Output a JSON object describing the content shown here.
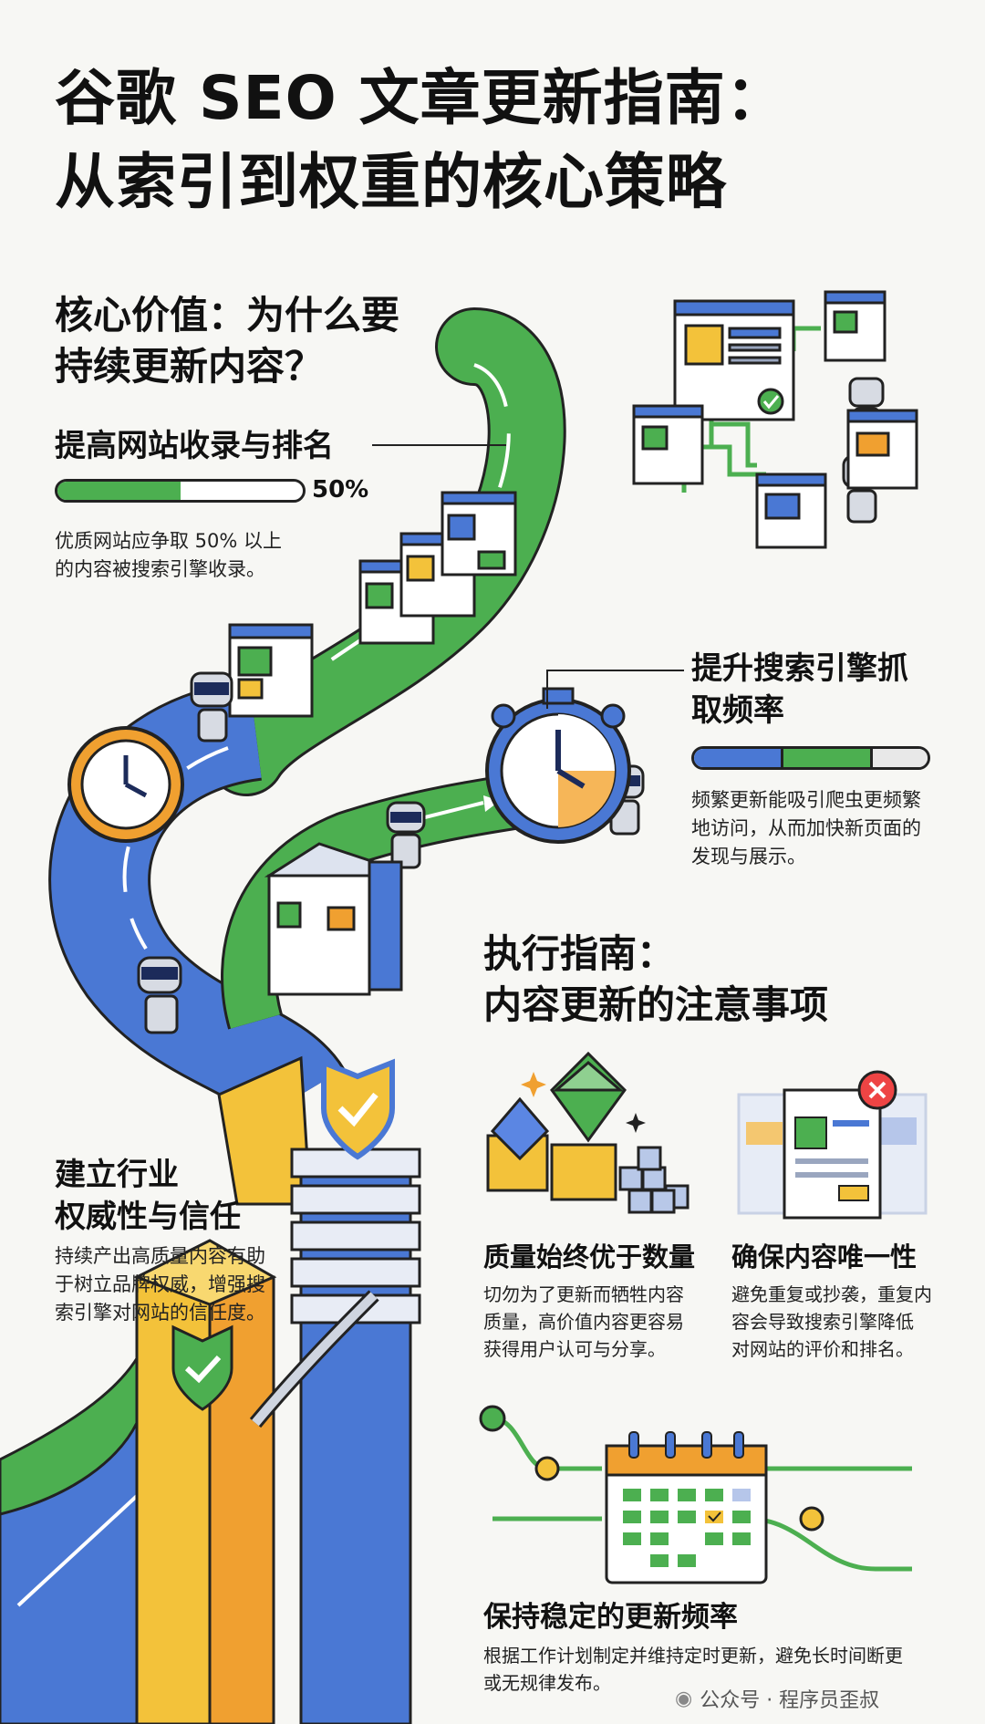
{
  "title": {
    "line1": "谷歌 SEO 文章更新指南：",
    "line2": "从索引到权重的核心策略"
  },
  "core_value": {
    "heading_line1": "核心价值：为什么要",
    "heading_line2": "持续更新内容？"
  },
  "index_rank": {
    "heading": "提高网站收录与排名",
    "progress": 0.5,
    "progress_label": "50%",
    "body_line1": "优质网站应争取 50% 以上",
    "body_line2": "的内容被搜索引擎收录。"
  },
  "crawl_freq": {
    "heading_line1": "提升搜索引擎抓",
    "heading_line2": "取频率",
    "segments": [
      {
        "fraction": 0.38,
        "color": "#4a78d4"
      },
      {
        "fraction": 0.38,
        "color": "#4caf50"
      },
      {
        "fraction": 0.24,
        "color": "#e8e8e8"
      }
    ],
    "body_line1": "频繁更新能吸引爬虫更频繁",
    "body_line2": "地访问，从而加快新页面的",
    "body_line3": "发现与展示。"
  },
  "guide": {
    "heading_line1": "执行指南：",
    "heading_line2": "内容更新的注意事项"
  },
  "authority": {
    "heading_line1": "建立行业",
    "heading_line2": "权威性与信任",
    "body_line1": "持续产出高质量内容有助",
    "body_line2": "于树立品牌权威，增强搜",
    "body_line3": "索引擎对网站的信任度。"
  },
  "quality": {
    "heading": "质量始终优于数量",
    "body_line1": "切勿为了更新而牺牲内容",
    "body_line2": "质量，高价值内容更容易",
    "body_line3": "获得用户认可与分享。"
  },
  "unique": {
    "heading": "确保内容唯一性",
    "body_line1": "避免重复或抄袭，重复内",
    "body_line2": "容会导致搜索引擎降低",
    "body_line3": "对网站的评价和排名。"
  },
  "steady": {
    "heading": "保持稳定的更新频率",
    "body_line1": "根据工作计划制定并维持定时更新，避免长时间断更",
    "body_line2": "或无规律发布。"
  },
  "watermark": "公众号 · 程序员歪叔",
  "colors": {
    "green": "#4caf50",
    "blue": "#4a78d4",
    "orange": "#f0a030",
    "yellow": "#f3c23a"
  }
}
